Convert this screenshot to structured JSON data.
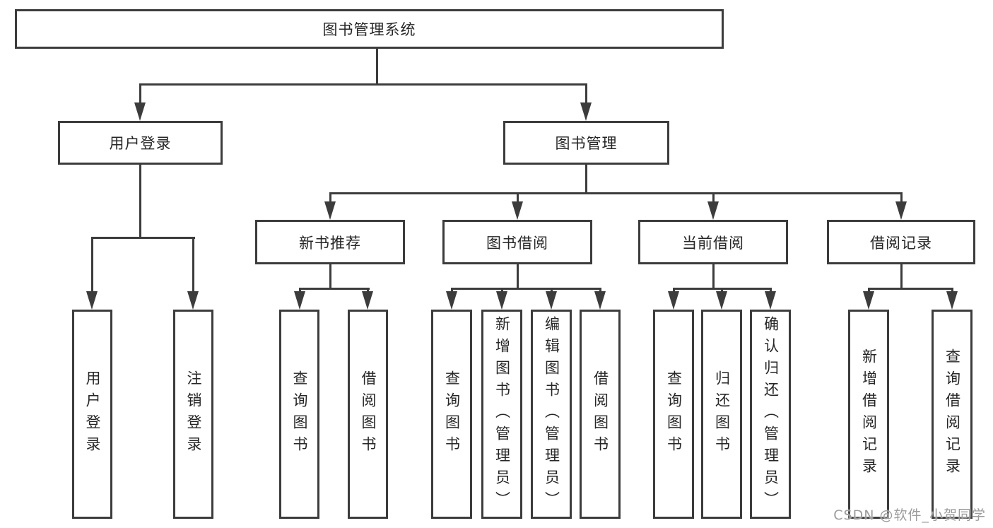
{
  "diagram": {
    "root": {
      "label": "图书管理系统"
    },
    "branches": [
      {
        "label": "用户登录",
        "children": [
          {
            "label": "用户登录"
          },
          {
            "label": "注销登录"
          }
        ]
      },
      {
        "label": "图书管理",
        "children": [
          {
            "label": "新书推荐",
            "children": [
              {
                "label": "查询图书"
              },
              {
                "label": "借阅图书"
              }
            ]
          },
          {
            "label": "图书借阅",
            "children": [
              {
                "label": "查询图书"
              },
              {
                "label": "新增图书（管理员）"
              },
              {
                "label": "编辑图书（管理员）"
              },
              {
                "label": "借阅图书"
              }
            ]
          },
          {
            "label": "当前借阅",
            "children": [
              {
                "label": "查询图书"
              },
              {
                "label": "归还图书"
              },
              {
                "label": "确认归还（管理员）"
              }
            ]
          },
          {
            "label": "借阅记录",
            "children": [
              {
                "label": "新增借阅记录"
              },
              {
                "label": "查询借阅记录"
              }
            ]
          }
        ]
      }
    ]
  },
  "watermark": {
    "text": "CSDN @软件_小贺同学"
  },
  "colors": {
    "line": "#3c3c3c",
    "box_border": "#3c3c3c",
    "box_background": "#ffffff",
    "text": "#262626",
    "watermark": "#9c9c9c",
    "background": "#ffffff"
  }
}
